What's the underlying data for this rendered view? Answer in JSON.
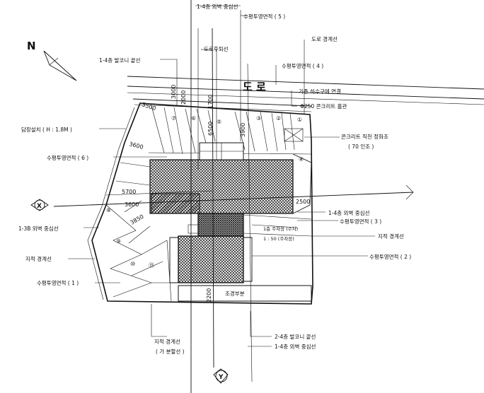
{
  "north": "N",
  "road": "도 로",
  "labels": {
    "wall_center_top": "1-4층 외벽 중심선",
    "proj_area_5": "수평투영면적 ( 5 )",
    "balcony_line": "1-4층 발코니 끝선",
    "road_setback": "도로후퇴선",
    "road_boundary": "도로 경계선",
    "proj_area_4": "수평투영면적 ( 4 )",
    "sewer": "기존 하수구에 연결",
    "concrete_pavement": "Φ250 콘크리트 흄관",
    "fence": "담장설치 ( H : 1.8M )",
    "septic": "콘크리트 직천 정화조",
    "septic_size": "( 70 인조 )",
    "proj_area_6": "수평투영면적 ( 6 )",
    "wall_center_mid": "1-4층 외벽 중심선",
    "proj_area_3": "수평투영면적 ( 3 )",
    "wall_center_13b": "1-3B 외벽 중심선",
    "site_boundary_r": "지적 경계선",
    "note_a": "1층 주차장 (주차)",
    "note_b": "1 : 50 (주차장)",
    "site_boundary_l": "지적 경계선",
    "proj_area_2": "수평투영면적 ( 2 )",
    "proj_area_1": "수평투영면적 ( 1 )",
    "landscape": "조경부분",
    "site_boundary_b": "지적 경계선",
    "site_boundary_b2": "( 가 분할선 )",
    "balcony_24": "2-4층 발코니 끝선",
    "wall_center_bot": "1-4층 외벽 중심선"
  },
  "dims": {
    "d3000": "3000",
    "d2000": "2000",
    "d1700": "1700",
    "d3500": "3500",
    "d6500": "6500",
    "d3900": "3900",
    "d3600": "3600",
    "d5700": "5700",
    "d3600b": "3600",
    "d3850": "3850",
    "d2500": "2500",
    "d2200": "2200"
  },
  "circled": {
    "n1": "①",
    "n2": "②",
    "n3": "③",
    "n4": "④",
    "n5": "⑤",
    "n6": "⑥",
    "n7": "⑦",
    "n8": "⑧",
    "n9": "⑨",
    "n10": "⑩",
    "n11": "⑪"
  },
  "axis": {
    "x": "X",
    "y": "Y"
  }
}
